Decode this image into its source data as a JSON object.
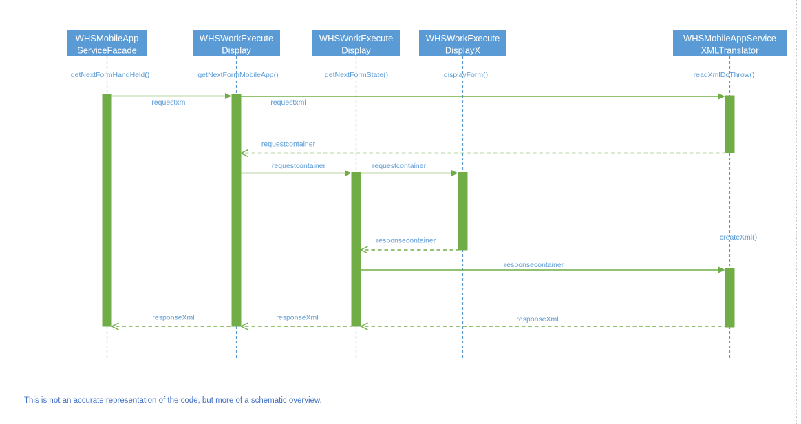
{
  "actors": [
    {
      "line1": "WHSMobileApp",
      "line2": "ServiceFacade",
      "method": "getNextFormHandHeld()"
    },
    {
      "line1": "WHSWorkExecute",
      "line2": "Display",
      "method": "getNextFormMobileApp()"
    },
    {
      "line1": "WHSWorkExecute",
      "line2": "Display",
      "method": "getNextFormState()"
    },
    {
      "line1": "WHSWorkExecute",
      "line2": "DisplayX",
      "method": "displayForm()"
    },
    {
      "line1": "WHSMobileAppService",
      "line2": "XMLTranslator",
      "method": "readXmlDoThrow()"
    }
  ],
  "messages": [
    {
      "label": "requestxml",
      "type": "call",
      "from": "WHSMobileApp ServiceFacade",
      "to": "WHSWorkExecute Display"
    },
    {
      "label": "requestxml",
      "type": "call",
      "from": "WHSWorkExecute Display",
      "to": "WHSMobileAppService XMLTranslator"
    },
    {
      "label": "requestcontainer",
      "type": "return",
      "from": "WHSMobileAppService XMLTranslator",
      "to": "WHSWorkExecute Display"
    },
    {
      "label": "requestcontainer",
      "type": "call",
      "from": "WHSWorkExecute Display",
      "to": "WHSWorkExecute Display"
    },
    {
      "label": "requestcontainer",
      "type": "call",
      "from": "WHSWorkExecute Display",
      "to": "WHSWorkExecute DisplayX"
    },
    {
      "label": "responsecontainer",
      "type": "return",
      "from": "WHSWorkExecute DisplayX",
      "to": "WHSWorkExecute Display"
    },
    {
      "label": "responsecontainer",
      "type": "call",
      "from": "WHSWorkExecute Display",
      "to": "WHSMobileAppService XMLTranslator"
    },
    {
      "label": "responseXml",
      "type": "return",
      "from": "WHSMobileAppService XMLTranslator",
      "to": "WHSWorkExecute Display"
    },
    {
      "label": "responseXml",
      "type": "return",
      "from": "WHSWorkExecute Display",
      "to": "WHSWorkExecute Display"
    },
    {
      "label": "responseXml",
      "type": "return",
      "from": "WHSWorkExecute Display",
      "to": "WHSMobileApp ServiceFacade"
    }
  ],
  "annotations": [
    {
      "label": "createXml()"
    }
  ],
  "note": "This is not an accurate representation of the code, but more of a schematic overview.",
  "colors": {
    "actor_fill": "#5B9BD5",
    "actor_text": "#ffffff",
    "lifeline": "#5B9BD5",
    "label_blue": "#5B9BD5",
    "message_green": "#70AD47",
    "note_blue": "#4472C4",
    "page_border_gray": "#c9c9c9",
    "background": "#ffffff"
  }
}
